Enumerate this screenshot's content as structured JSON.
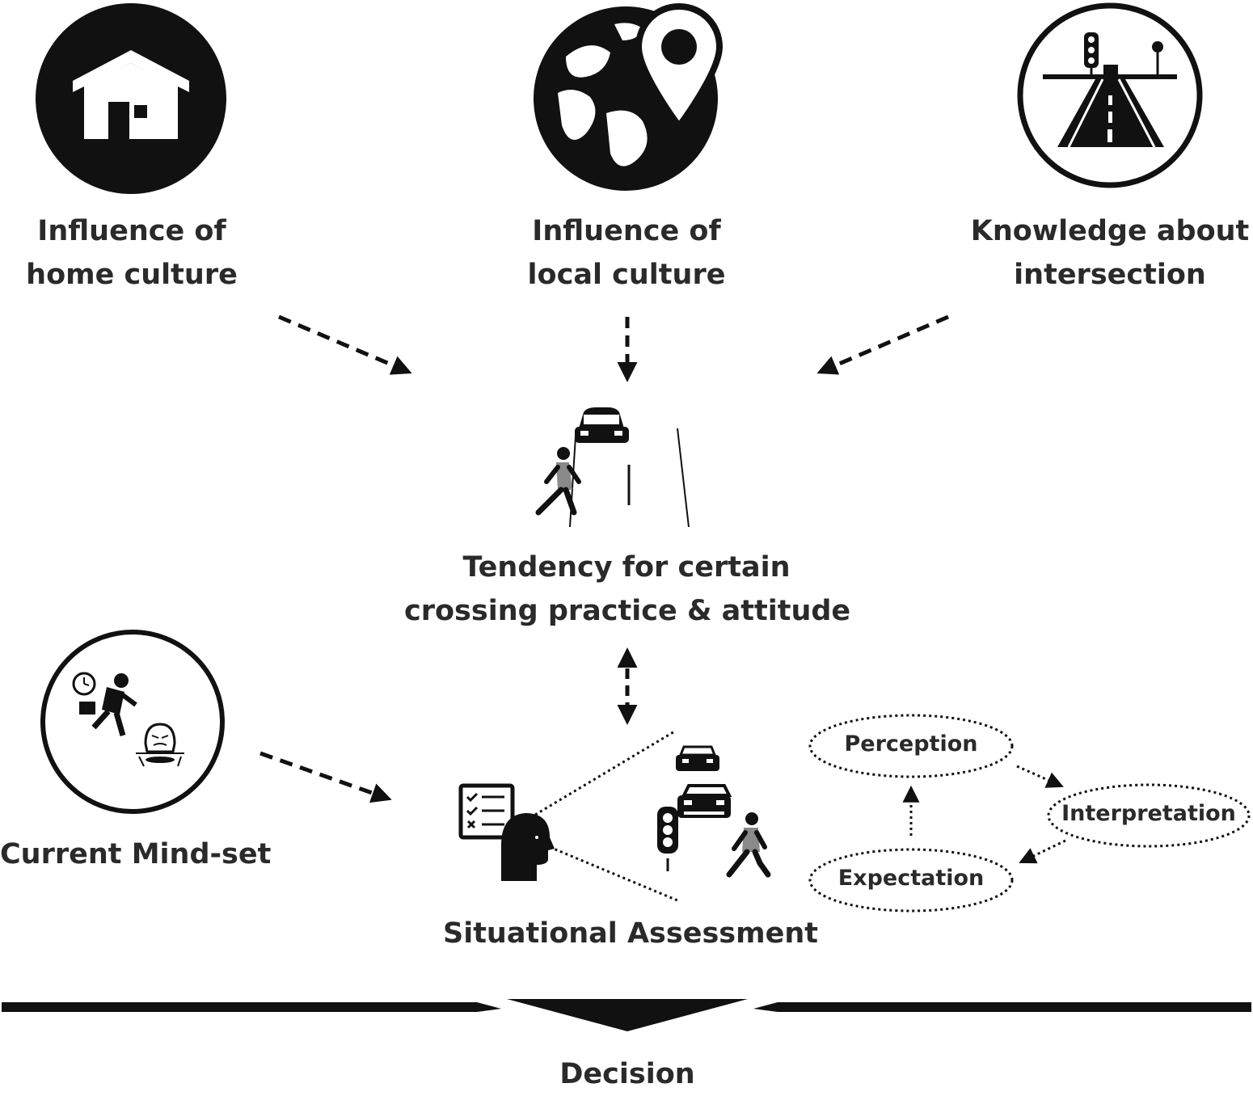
{
  "nodes": {
    "home_culture": {
      "line1": "Influence of",
      "line2": "home culture",
      "icon": "house-icon"
    },
    "local_culture": {
      "line1": "Influence of",
      "line2": "local culture",
      "icon": "globe-location-pin-icon"
    },
    "intersection_knowledge": {
      "line1": "Knowledge about",
      "line2": "intersection",
      "icon": "road-intersection-icon"
    },
    "tendency": {
      "line1": "Tendency for certain",
      "line2": "crossing practice & attitude",
      "icon": "pedestrian-crossing-road-icon"
    },
    "mindset": {
      "label": "Current Mind-set",
      "icon": "hurried-person-icon"
    },
    "situational": {
      "label": "Situational Assessment",
      "icon": "head-checklist-icon"
    },
    "decision": {
      "label": "Decision"
    }
  },
  "cycle": {
    "perception": "Perception",
    "interpretation": "Interpretation",
    "expectation": "Expectation"
  },
  "colors": {
    "ink": "#111111",
    "text": "#2a2a2a",
    "gray": "#8a8a8a"
  }
}
